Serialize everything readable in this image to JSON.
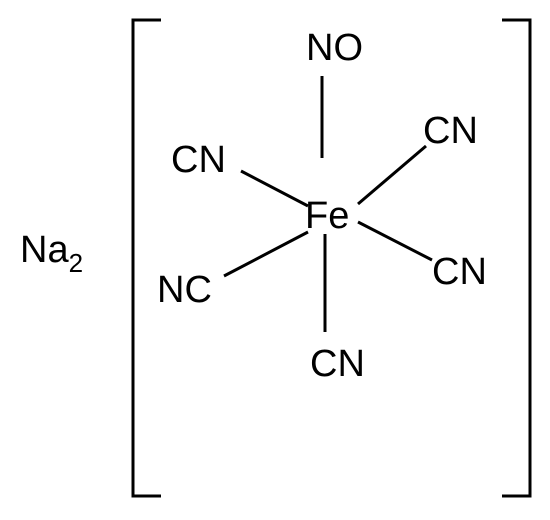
{
  "counter_ion": {
    "symbol": "Na",
    "subscript": "2"
  },
  "metal": "Fe",
  "ligands": {
    "top": "NO",
    "upper_left": "CN",
    "upper_right": "CN",
    "lower_left": "NC",
    "lower_right": "CN",
    "bottom": "CN"
  },
  "colors": {
    "ink": "#000000",
    "background": "#ffffff"
  }
}
